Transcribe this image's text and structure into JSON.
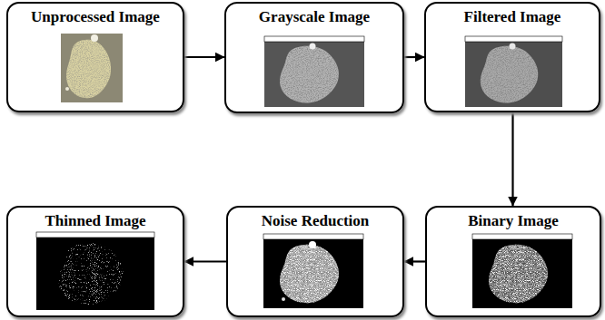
{
  "diagram": {
    "nodes": [
      {
        "text": [
          "Unprocessed Image"
        ]
      },
      {
        "text": [
          "Grayscale Image"
        ]
      },
      {
        "text": [
          "Filtered Image"
        ]
      },
      {
        "text": [
          "Binary Image"
        ]
      },
      {
        "text": [
          "Noise Reduction"
        ]
      },
      {
        "text": [
          "Thinned Image"
        ]
      }
    ],
    "edges": [
      {
        "from": 0,
        "to": 1,
        "arrow": "to"
      },
      {
        "from": 1,
        "to": 2,
        "arrow": "to"
      },
      {
        "from": 2,
        "to": 3,
        "arrow": "to"
      },
      {
        "from": 3,
        "to": 4,
        "arrow": "to"
      },
      {
        "from": 4,
        "to": 5,
        "arrow": "to"
      }
    ]
  }
}
